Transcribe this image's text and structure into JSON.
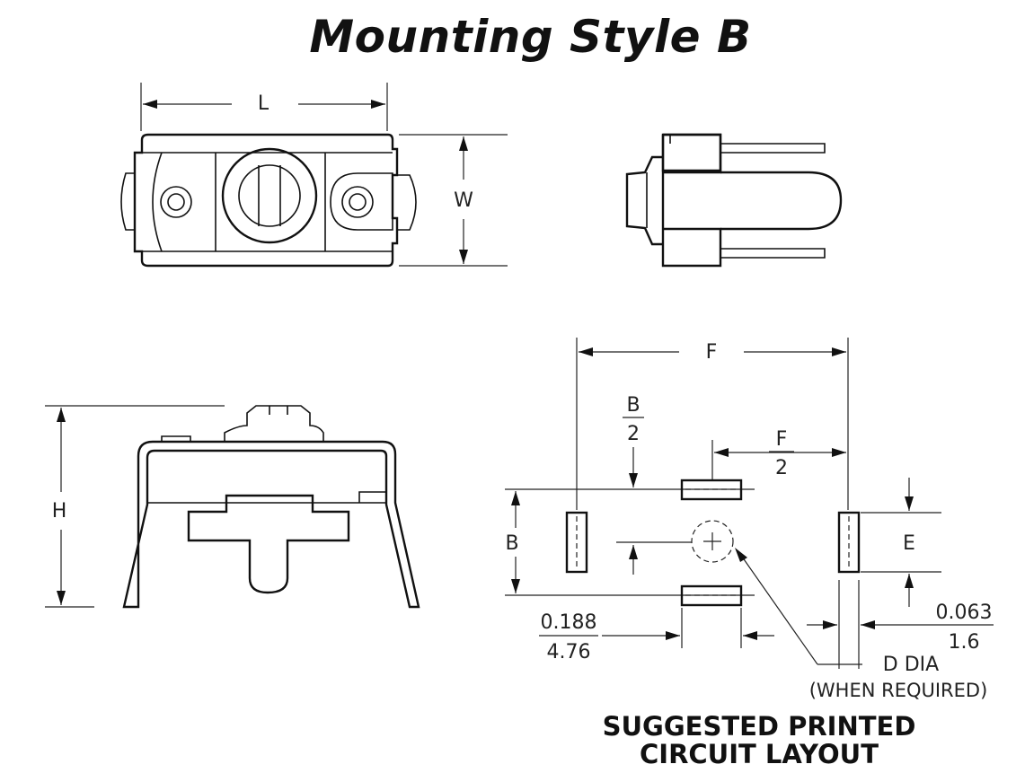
{
  "title": "Mounting Style B",
  "labels": {
    "L": "L",
    "W": "W",
    "H": "H",
    "F": "F",
    "B": "B",
    "E": "E",
    "b_half_num": "B",
    "b_half_den": "2",
    "f_half_num": "F",
    "f_half_den": "2",
    "dim_0188_in": "0.188",
    "dim_0188_mm": "4.76",
    "dim_0063_in": "0.063",
    "dim_0063_mm": "1.6",
    "d_dia": "D DIA",
    "when_required": "(WHEN REQUIRED)"
  },
  "caption": {
    "line1": "SUGGESTED PRINTED",
    "line2": "CIRCUIT LAYOUT"
  }
}
